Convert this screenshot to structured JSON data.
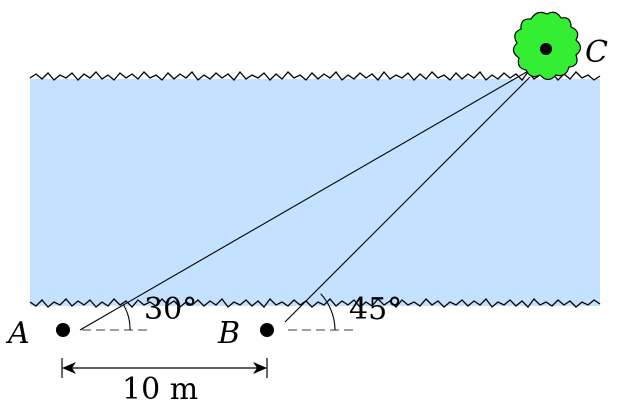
{
  "points": {
    "a": "A",
    "b": "B",
    "c": "C"
  },
  "angles": {
    "at_a": "30°",
    "at_b": "45°"
  },
  "distance": {
    "ab": "10 m"
  },
  "colors": {
    "river": "#c4e1ff",
    "tree": "#33ee33",
    "ink": "#000000"
  }
}
